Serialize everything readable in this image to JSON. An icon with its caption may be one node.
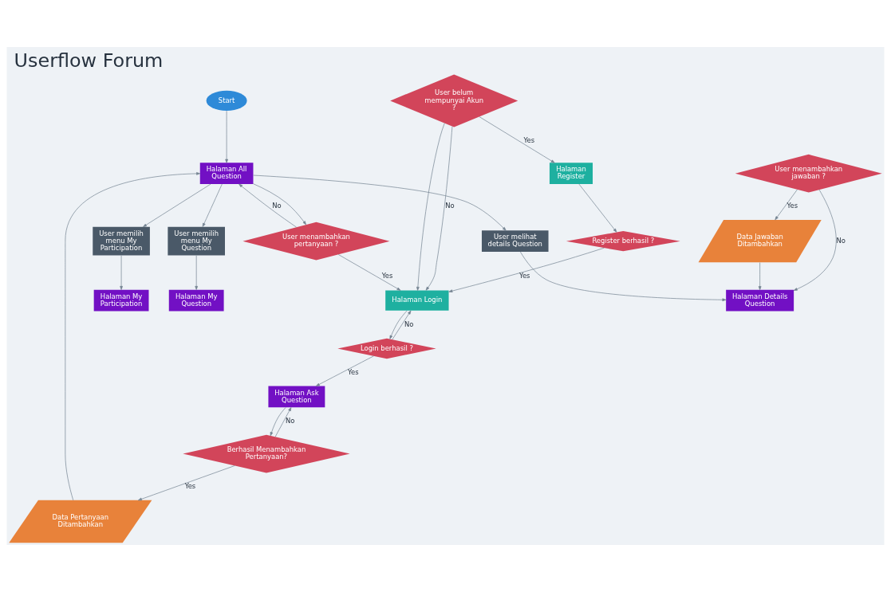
{
  "diagram": {
    "title": "Userflow Forum",
    "nodes": [
      {
        "text": [
          "Start"
        ]
      },
      {
        "text": [
          "Berhasil Menambahkan Pertanyaan?"
        ]
      },
      {
        "text": [
          "Halaman Ask Question"
        ]
      },
      {
        "text": [
          "Data Pertanyaan Ditambahkan"
        ]
      },
      {
        "text": [
          "User memilih menu My Participation"
        ]
      },
      {
        "text": [
          "Halaman My Participation"
        ]
      },
      {
        "text": [
          "Login berhasil ?"
        ]
      },
      {
        "text": [
          "Halaman All Question"
        ]
      },
      {
        "text": [
          "Halaman My Question"
        ]
      },
      {
        "text": [
          "User memilih menu My Question"
        ]
      },
      {
        "text": [
          "Halaman Login"
        ]
      },
      {
        "text": [
          "User menambahkan pertanyaan ?"
        ]
      },
      {
        "text": [
          "User melihat details Question"
        ]
      },
      {
        "text": [
          "User belum mempunyai Akun ?"
        ]
      },
      {
        "text": [
          "Halaman Details Question"
        ]
      },
      {
        "text": [
          "User menambahkan jawaban ?"
        ]
      },
      {
        "text": [
          "Register berhasil ?"
        ]
      },
      {
        "text": [
          "Data Jawaban Ditambahkan"
        ]
      },
      {
        "text": [
          "Halaman Register"
        ]
      }
    ],
    "edges": [
      {
        "from": 1,
        "to": 2,
        "arrow": "to",
        "label": "No"
      },
      {
        "from": 2,
        "to": 1,
        "arrow": "to"
      },
      {
        "from": 1,
        "to": 3,
        "arrow": "to",
        "label": "Yes"
      },
      {
        "from": 6,
        "to": 2,
        "arrow": "to",
        "label": "Yes"
      },
      {
        "from": 6,
        "to": 10,
        "arrow": "to",
        "label": "No"
      },
      {
        "from": 10,
        "to": 6,
        "arrow": "to"
      },
      {
        "from": 0,
        "to": 7,
        "arrow": "to"
      },
      {
        "from": 3,
        "to": 7,
        "arrow": "to"
      },
      {
        "from": 7,
        "to": 4,
        "arrow": "to"
      },
      {
        "from": 4,
        "to": 5,
        "arrow": "to"
      },
      {
        "from": 7,
        "to": 9,
        "arrow": "to"
      },
      {
        "from": 9,
        "to": 8,
        "arrow": "to"
      },
      {
        "from": 7,
        "to": 12,
        "arrow": "to"
      },
      {
        "from": 7,
        "to": 11,
        "arrow": "to"
      },
      {
        "from": 11,
        "to": 7,
        "arrow": "to",
        "label": "No"
      },
      {
        "from": 11,
        "to": 10,
        "arrow": "to",
        "label": "Yes"
      },
      {
        "from": 13,
        "to": 10,
        "arrow": "to"
      },
      {
        "from": 13,
        "to": 10,
        "arrow": "to",
        "label": "No"
      },
      {
        "from": 13,
        "to": 18,
        "arrow": "to",
        "label": "Yes"
      },
      {
        "from": 18,
        "to": 16,
        "arrow": "to"
      },
      {
        "from": 16,
        "to": 10,
        "arrow": "to",
        "label": "Yes"
      },
      {
        "from": 12,
        "to": 14,
        "arrow": "to"
      },
      {
        "from": 15,
        "to": 14,
        "arrow": "to",
        "label": "No"
      },
      {
        "from": 15,
        "to": 17,
        "arrow": "to",
        "label": "Yes"
      },
      {
        "from": 17,
        "to": 14,
        "arrow": "to"
      }
    ]
  }
}
